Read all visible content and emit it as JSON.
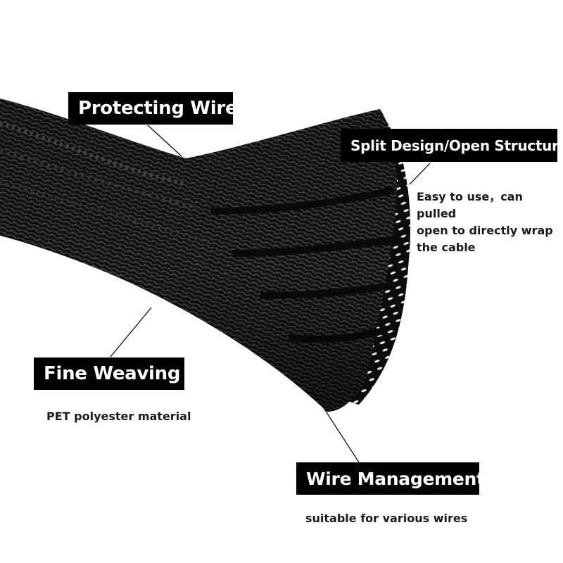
{
  "labels": {
    "protecting_wire": "Protecting Wire",
    "split_design": "Split Design/Open Structure",
    "fine_weaving": "Fine Weaving",
    "wire_management": "Wire Management"
  },
  "descriptions": {
    "split_design": [
      "Easy to use，can pulled",
      "open to directly wrap",
      "the cable"
    ],
    "fine_weaving": "PET polyester material",
    "wire_management": "suitable for various wires"
  },
  "colors": {
    "label_bg": "#000000",
    "label_text": "#ffffff",
    "sleeve": "#141414"
  }
}
